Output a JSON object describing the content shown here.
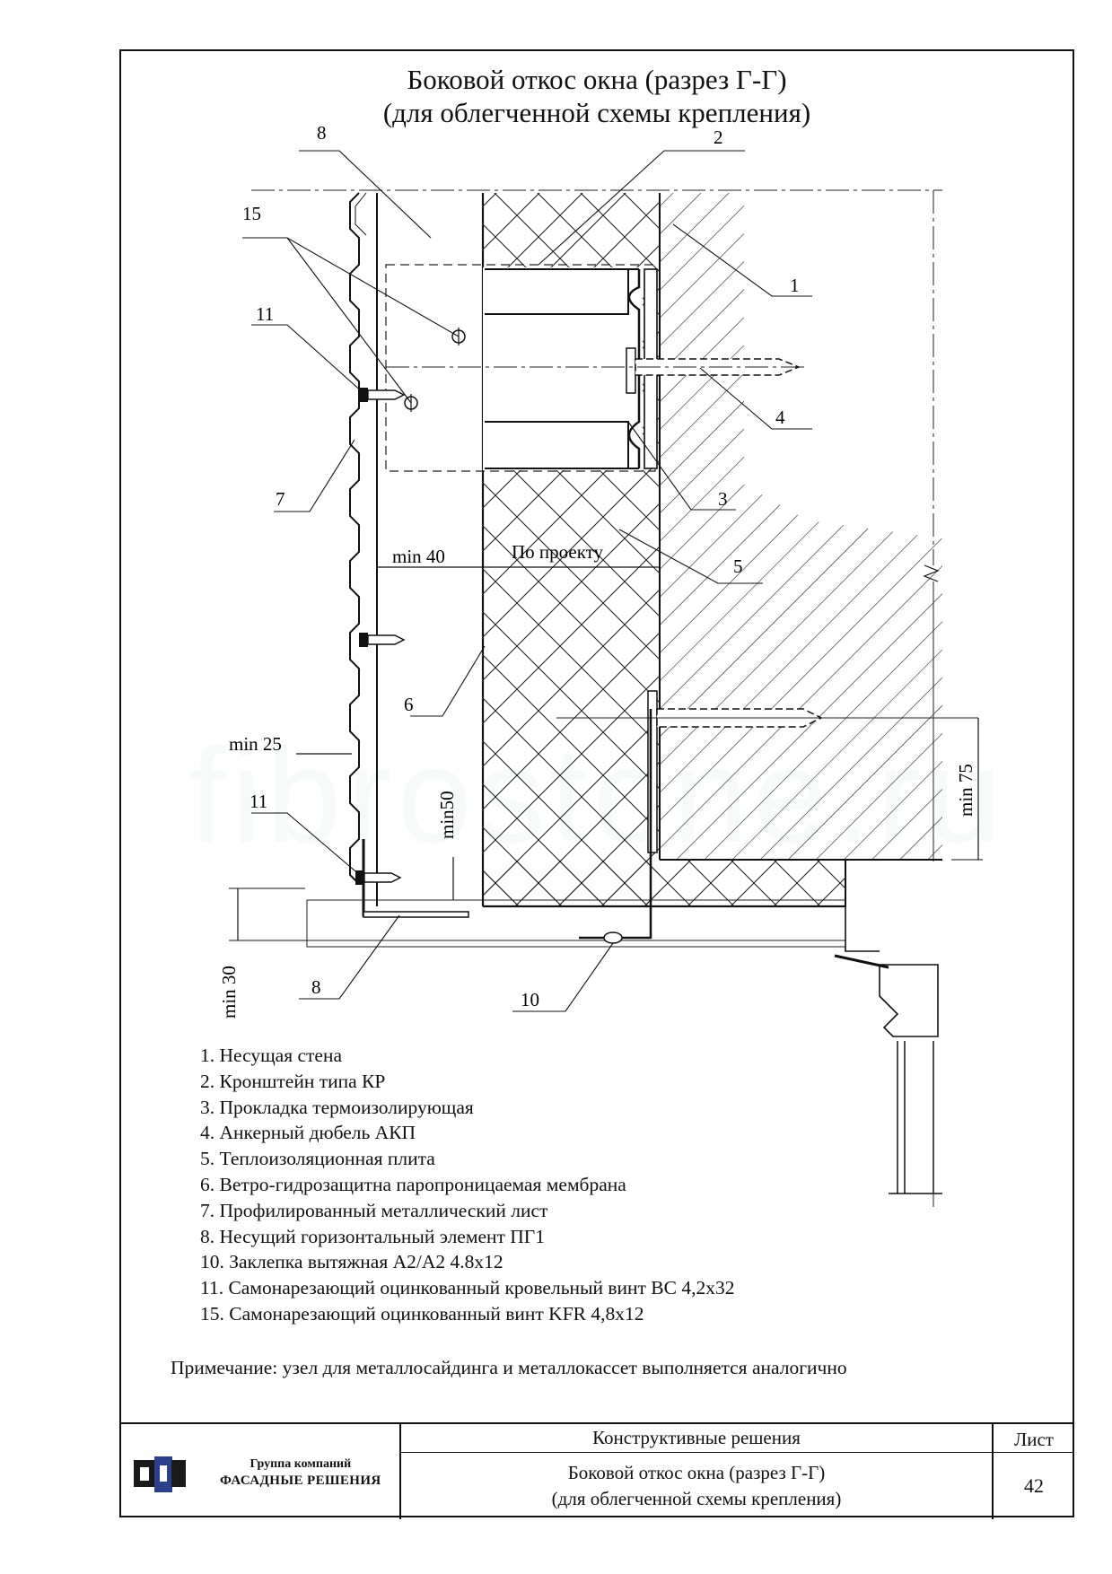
{
  "title": {
    "line1": "Боковой откос окна (разрез Г-Г)",
    "line2": "(для облегченной схемы крепления)"
  },
  "callouts": {
    "c1": "1",
    "c2": "2",
    "c3": "3",
    "c4": "4",
    "c5": "5",
    "c6": "6",
    "c7": "7",
    "c8_top": "8",
    "c8_bottom": "8",
    "c10": "10",
    "c11_top": "11",
    "c11_bottom": "11",
    "c15": "15"
  },
  "dimensions": {
    "min40": "min 40",
    "project": "По проекту",
    "min25": "min 25",
    "min50": "min50",
    "min75": "min 75",
    "min30": "min 30"
  },
  "legend": [
    "1. Несущая стена",
    "2. Кронштейн типа КР",
    "3. Прокладка термоизолирующая",
    "4. Анкерный дюбель АКП",
    "5. Теплоизоляционная плита",
    "6. Ветро-гидрозащитна паропроницаемая мембрана",
    "7. Профилированный металлический лист",
    "8. Несущий горизонтальный элемент ПГ1",
    "10. Заклепка вытяжная А2/А2 4.8х12",
    "11. Самонарезающий оцинкованный кровельный винт ВС 4,2х32",
    "15. Самонарезающий оцинкованный винт KFR 4,8х12"
  ],
  "note": "Примечание: узел для металлосайдинга и металлокассет выполняется аналогично",
  "watermark": "fibrostone.ru",
  "title_block": {
    "company_line1": "Группа компаний",
    "company_line2": "ФАСАДНЫЕ РЕШЕНИЯ",
    "section": "Конструктивные решения",
    "sheet_label": "Лист",
    "description_line1": "Боковой откос окна (разрез Г-Г)",
    "description_line2": "(для облегченной схемы крепления)",
    "sheet_number": "42"
  }
}
